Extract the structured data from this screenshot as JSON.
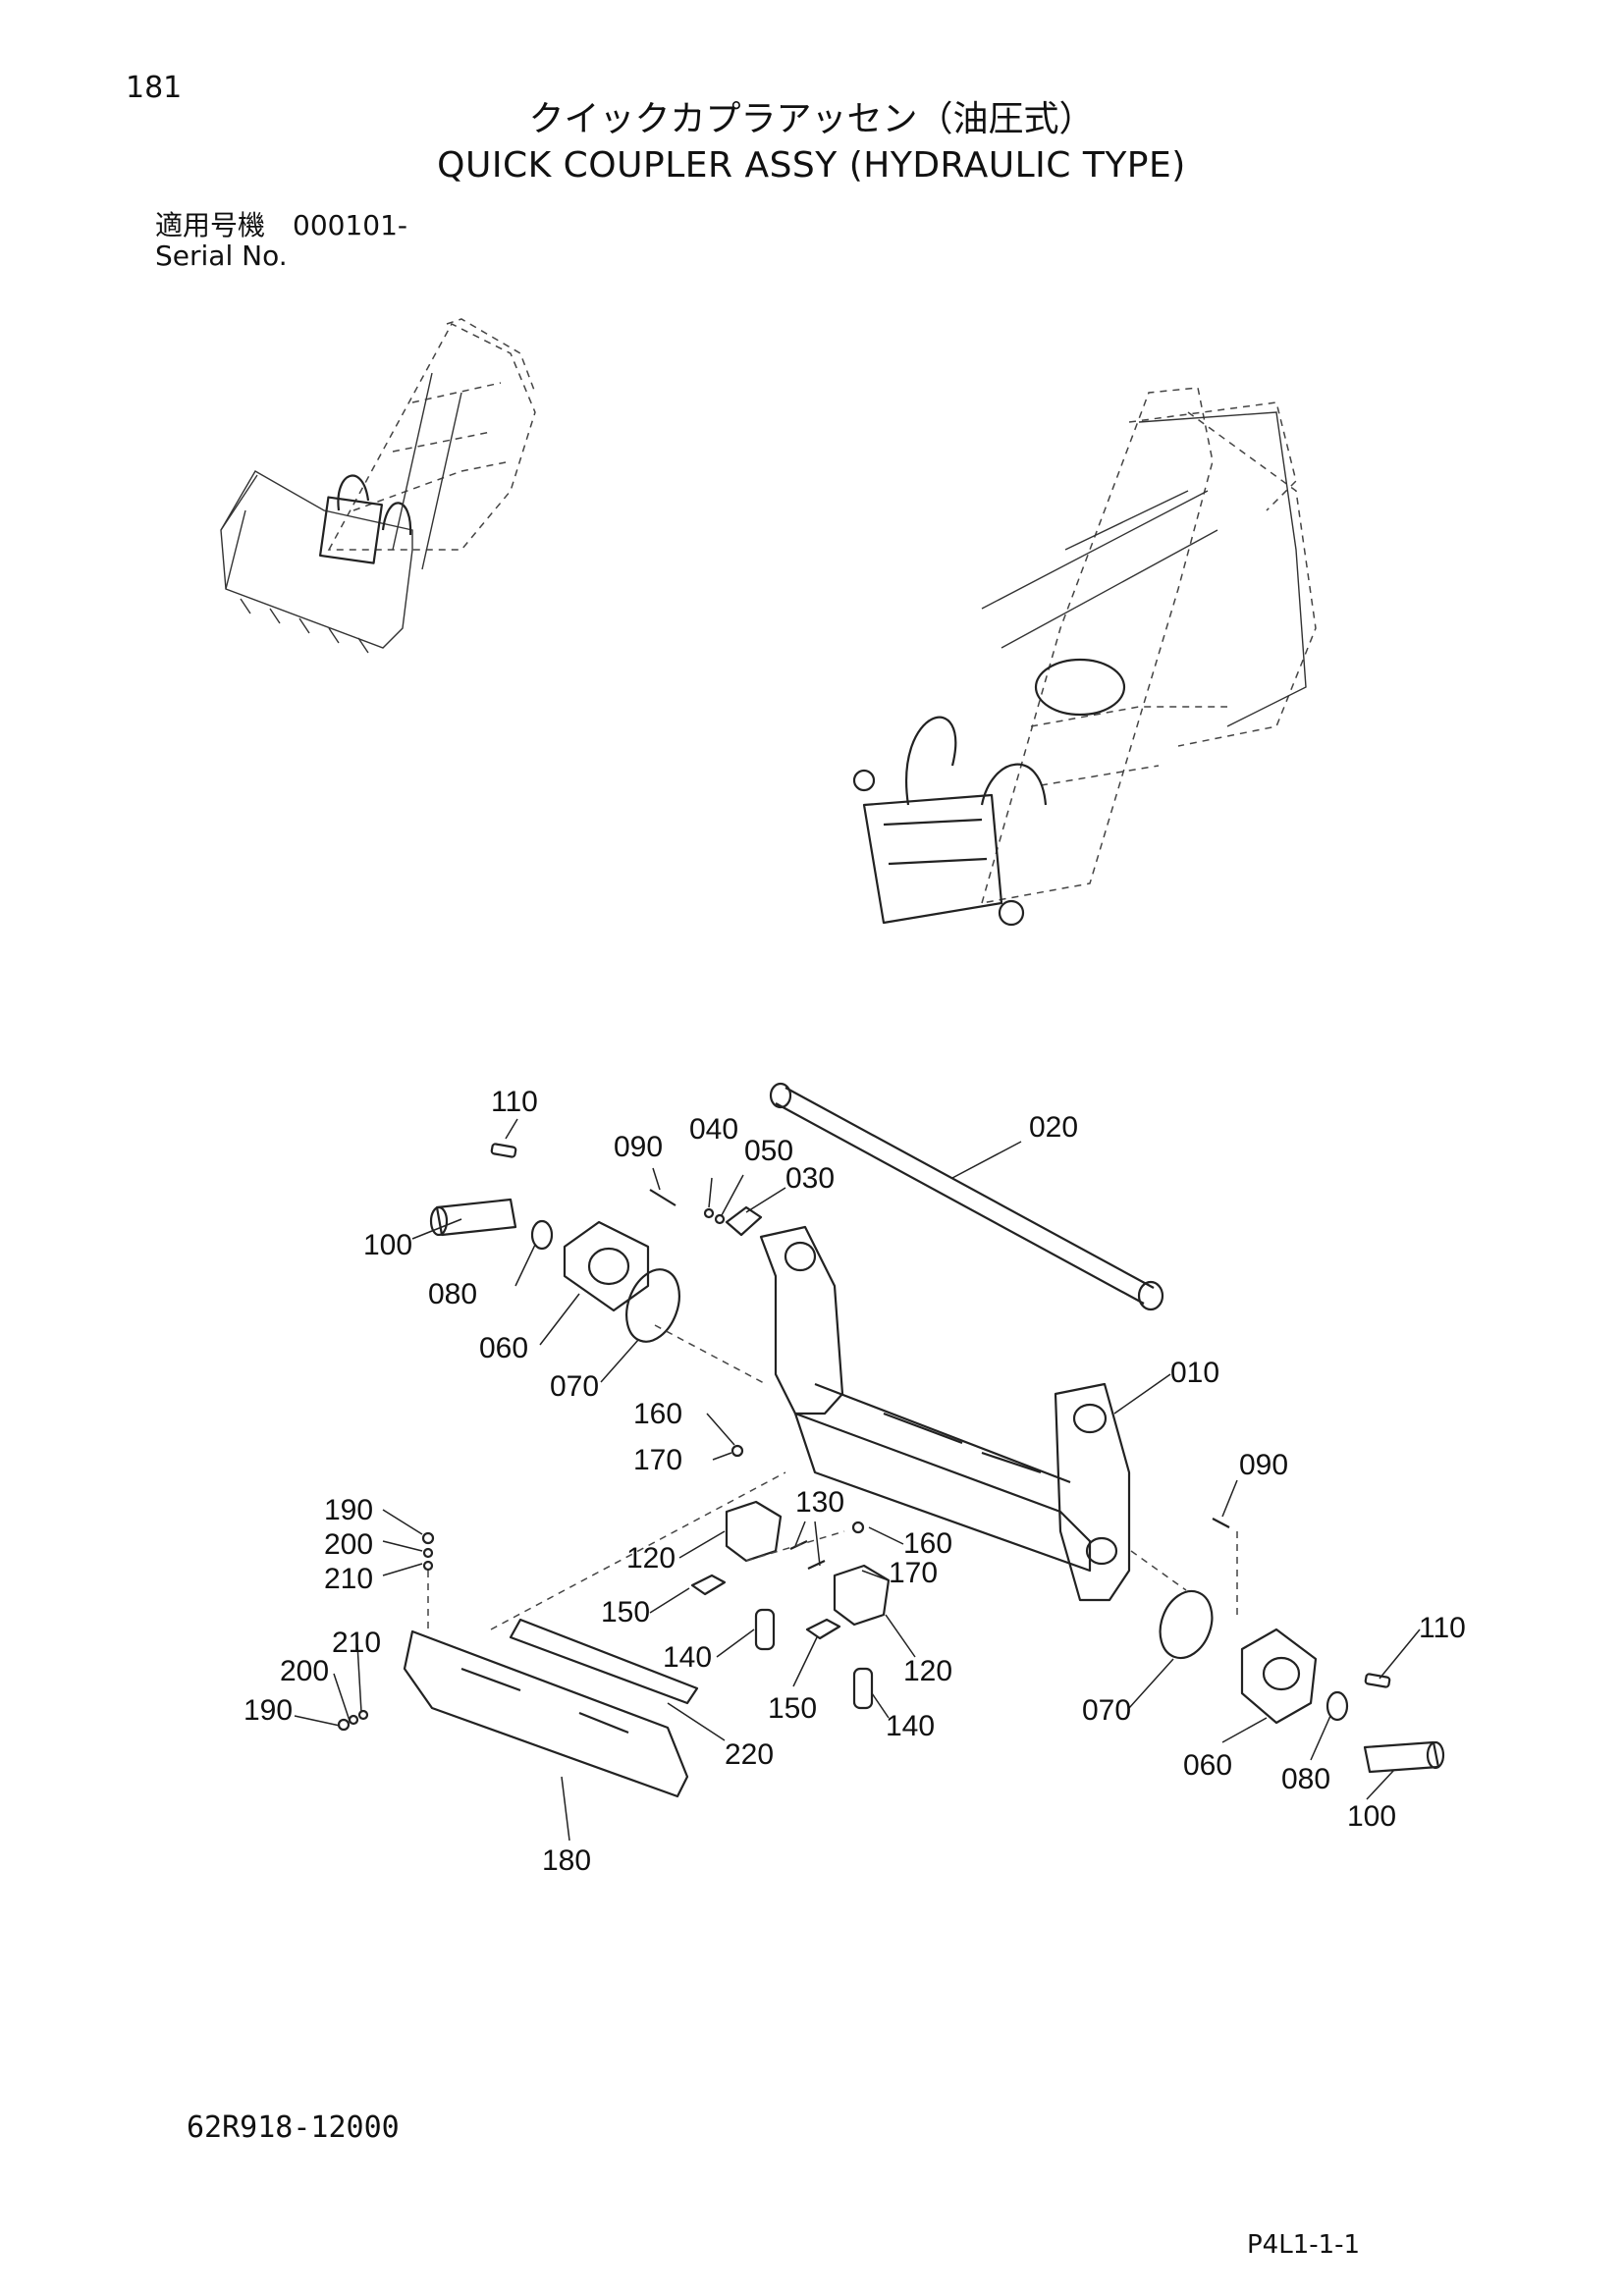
{
  "header": {
    "page_number": "181",
    "title_jp": "クイックカプラアッセン（油圧式）",
    "title_en": "QUICK COUPLER ASSY (HYDRAULIC TYPE)",
    "serial_label_jp": "適用号機　000101-",
    "serial_label_en": "Serial No."
  },
  "callouts": [
    {
      "id": "c1",
      "label": "110"
    },
    {
      "id": "c2",
      "label": "090"
    },
    {
      "id": "c3",
      "label": "040"
    },
    {
      "id": "c4",
      "label": "050"
    },
    {
      "id": "c5",
      "label": "030"
    },
    {
      "id": "c6",
      "label": "020"
    },
    {
      "id": "c7",
      "label": "100"
    },
    {
      "id": "c8",
      "label": "080"
    },
    {
      "id": "c9",
      "label": "060"
    },
    {
      "id": "c10",
      "label": "070"
    },
    {
      "id": "c11",
      "label": "010"
    },
    {
      "id": "c12",
      "label": "160"
    },
    {
      "id": "c13",
      "label": "170"
    },
    {
      "id": "c14",
      "label": "090"
    },
    {
      "id": "c15",
      "label": "190"
    },
    {
      "id": "c16",
      "label": "200"
    },
    {
      "id": "c17",
      "label": "210"
    },
    {
      "id": "c18",
      "label": "130"
    },
    {
      "id": "c19",
      "label": "120"
    },
    {
      "id": "c20",
      "label": "160"
    },
    {
      "id": "c21",
      "label": "170"
    },
    {
      "id": "c22",
      "label": "150"
    },
    {
      "id": "c23",
      "label": "210"
    },
    {
      "id": "c24",
      "label": "110"
    },
    {
      "id": "c25",
      "label": "200"
    },
    {
      "id": "c26",
      "label": "140"
    },
    {
      "id": "c27",
      "label": "120"
    },
    {
      "id": "c28",
      "label": "190"
    },
    {
      "id": "c29",
      "label": "070"
    },
    {
      "id": "c30",
      "label": "150"
    },
    {
      "id": "c31",
      "label": "140"
    },
    {
      "id": "c32",
      "label": "220"
    },
    {
      "id": "c33",
      "label": "060"
    },
    {
      "id": "c34",
      "label": "080"
    },
    {
      "id": "c35",
      "label": "100"
    },
    {
      "id": "c36",
      "label": "180"
    }
  ],
  "footer": {
    "doc_code": "62R918-12000",
    "page_ref": "P4L1-1-1"
  }
}
